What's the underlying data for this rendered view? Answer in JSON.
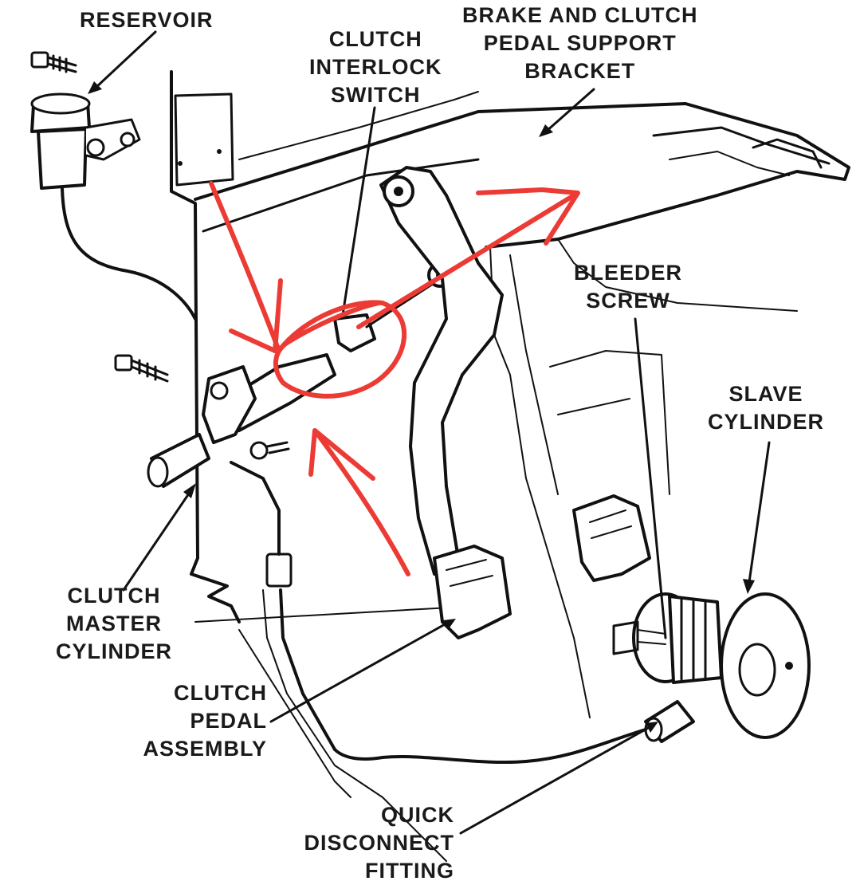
{
  "labels": {
    "reservoir": "RESERVOIR",
    "bracket": [
      "BRAKE AND CLUTCH",
      "PEDAL SUPPORT",
      "BRACKET"
    ],
    "interlock": [
      "CLUTCH",
      "INTERLOCK",
      "SWITCH"
    ],
    "bleeder": [
      "BLEEDER",
      "SCREW"
    ],
    "slave": [
      "SLAVE",
      "CYLINDER"
    ],
    "master": [
      "CLUTCH",
      "MASTER",
      "CYLINDER"
    ],
    "pedal": [
      "CLUTCH",
      "PEDAL",
      "ASSEMBLY"
    ],
    "fitting": [
      "QUICK",
      "DISCONNECT",
      "FITTING"
    ]
  },
  "colors": {
    "ink": "#111111",
    "annotation": "#ec3b35",
    "background": "#ffffff"
  }
}
